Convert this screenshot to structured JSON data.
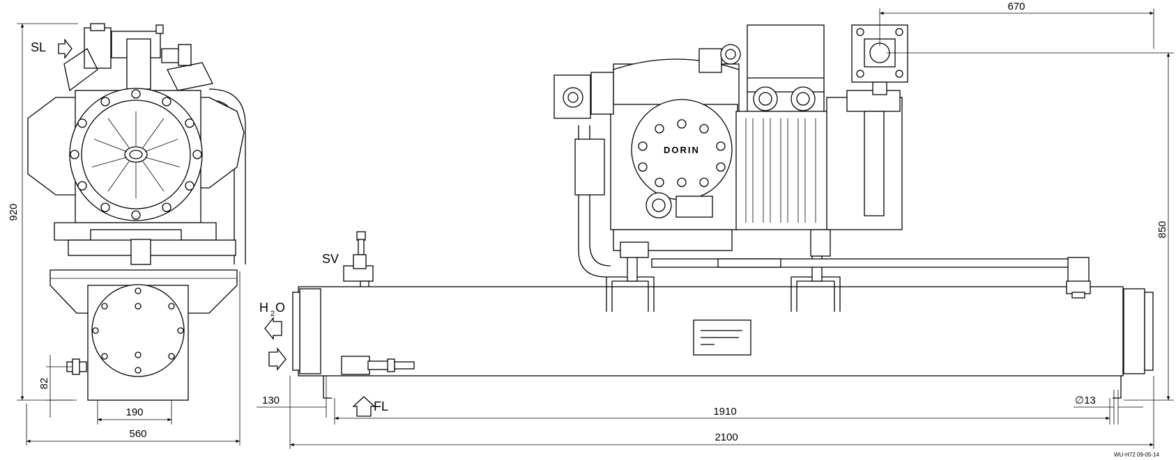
{
  "labels": {
    "sl": "SL",
    "sv": "SV",
    "h2o_h": "H",
    "h2o_2": "2",
    "h2o_o": "O",
    "fl": "FL",
    "brand": "DORIN",
    "drawing_code": "WU-H72   09-05-14"
  },
  "dimensions": {
    "height_left": "920",
    "height_right": "850",
    "top_width": "670",
    "offset_82": "82",
    "width_190": "190",
    "width_560": "560",
    "offset_130": "130",
    "span_1910": "1910",
    "diameter_13": "∅13",
    "total_2100": "2100"
  }
}
